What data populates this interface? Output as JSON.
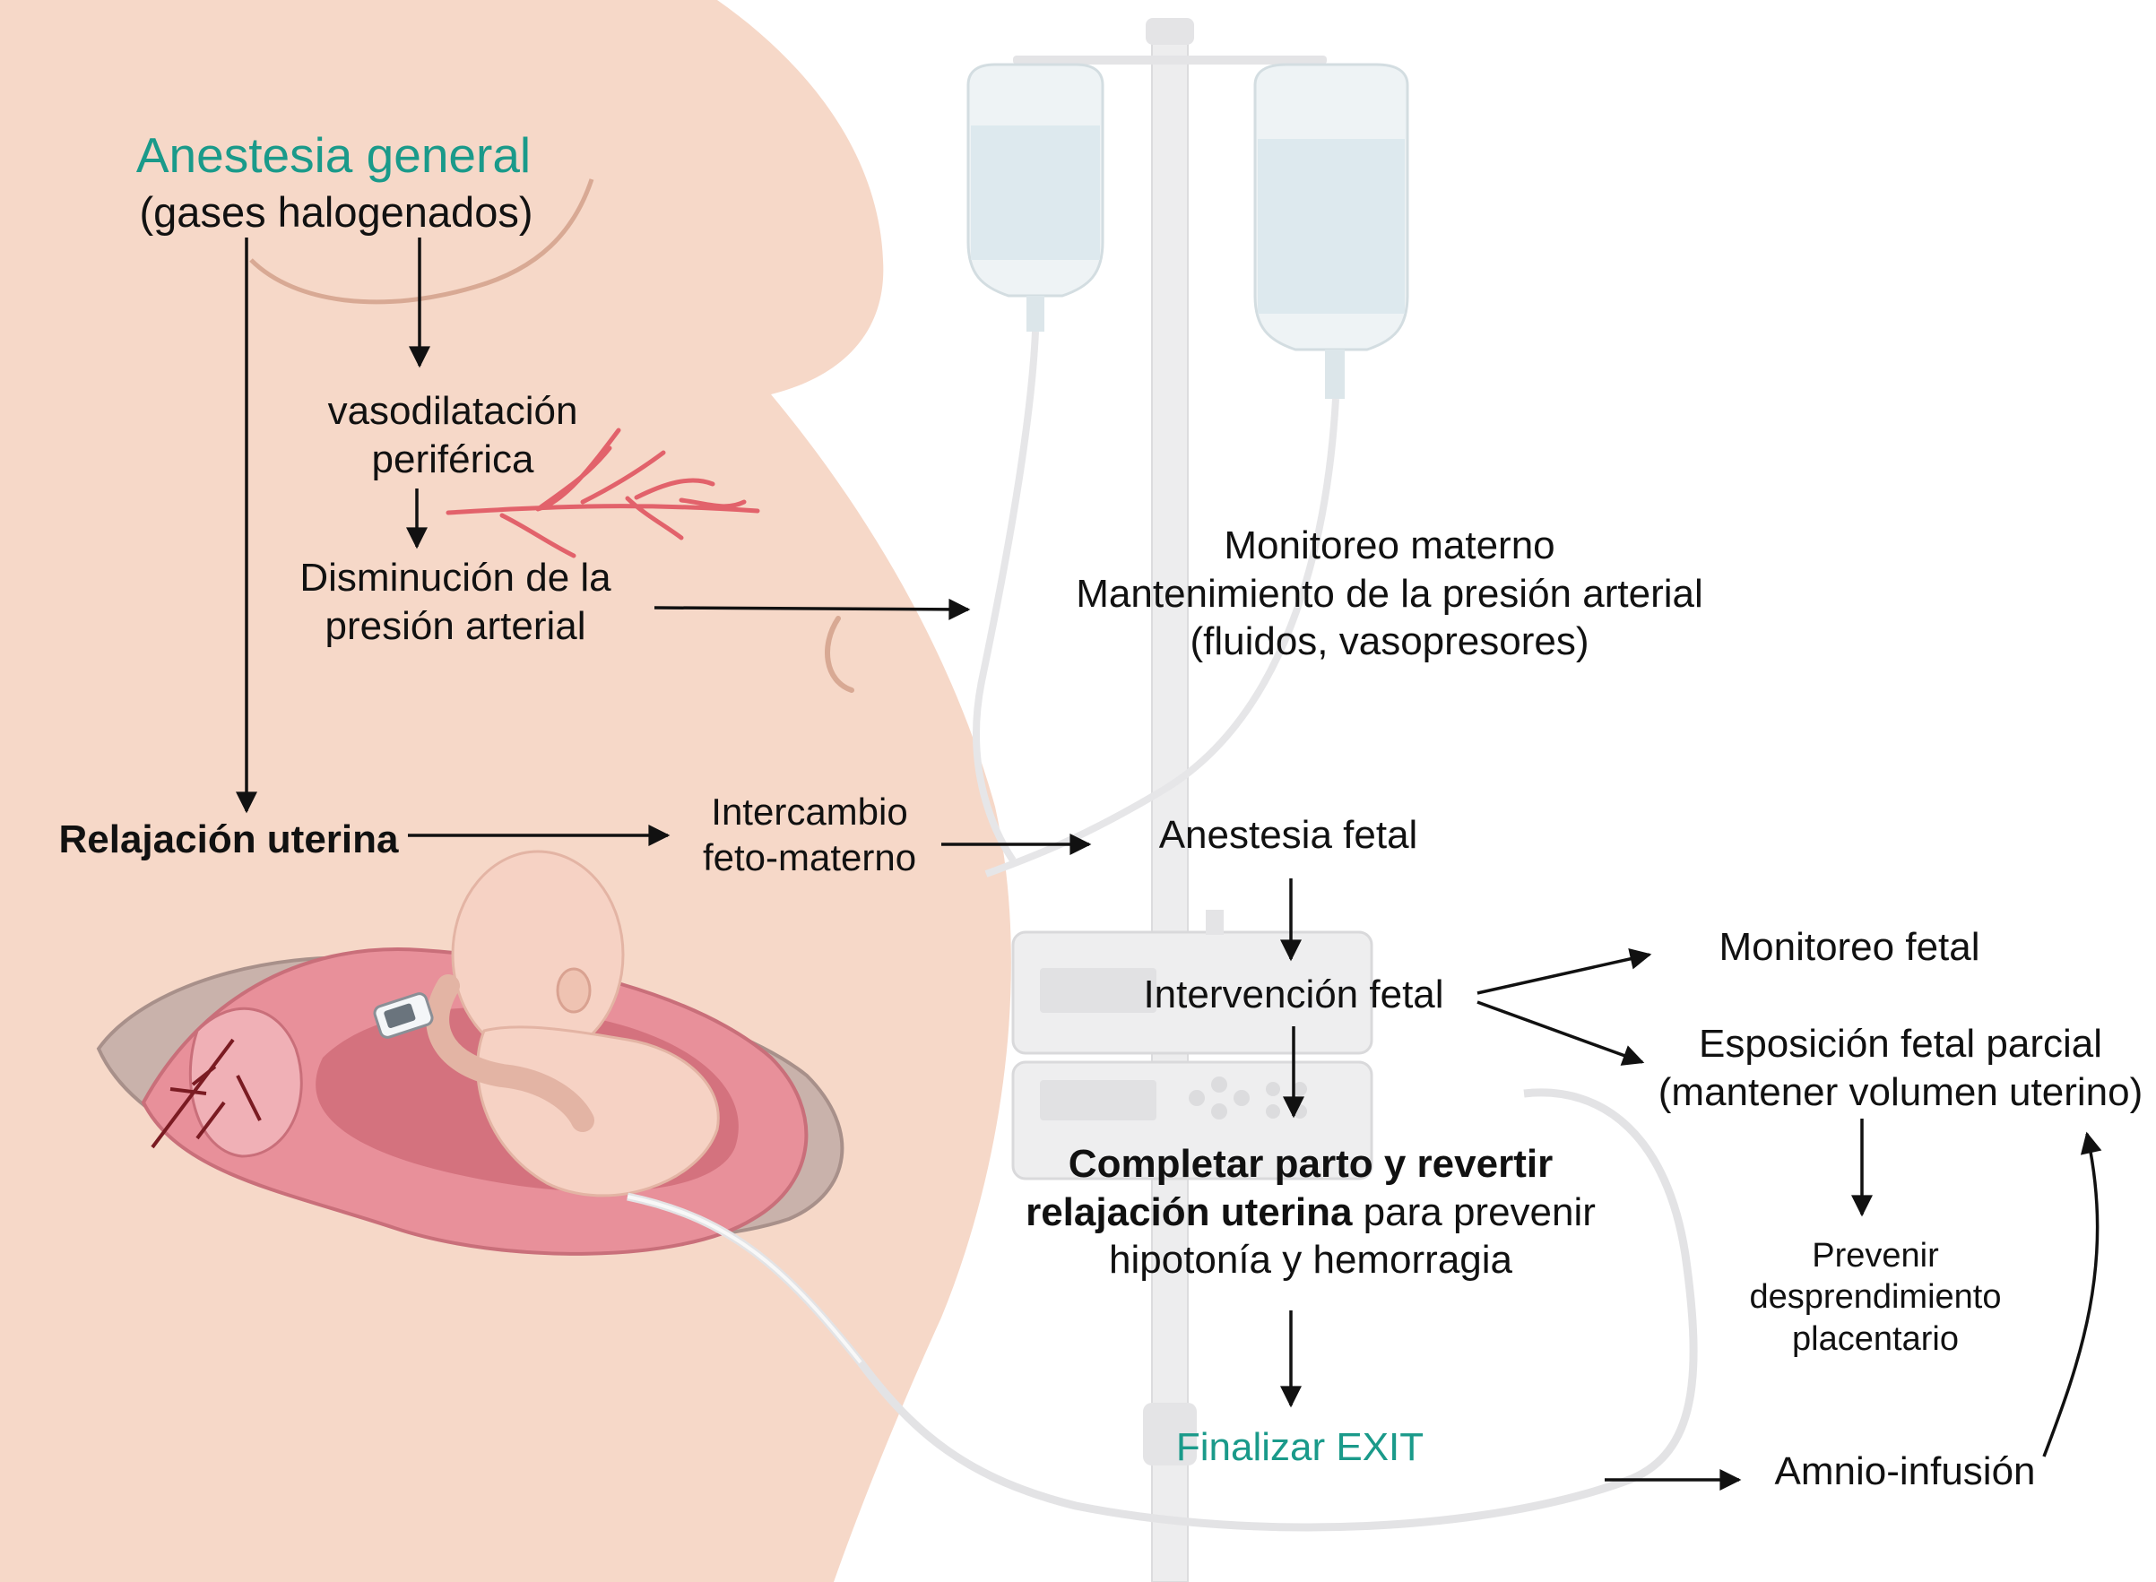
{
  "colors": {
    "accent_teal": "#1a9a8a",
    "skin": "#f6d8c8",
    "uterus": "#e8909a",
    "vessel": "#d9555e",
    "arrow": "#111111",
    "iv_pole": "#e9e9ea"
  },
  "nodes": {
    "anestesia_general": "Anestesia general",
    "gases": "(gases halogenados)",
    "vasodilatacion_1": "vasodilatación",
    "vasodilatacion_2": "periférica",
    "disminucion_1": "Disminución de la",
    "disminucion_2": "presión arterial",
    "monitoreo_materno_1": "Monitoreo materno",
    "monitoreo_materno_2": "Mantenimiento  de la presión arterial",
    "monitoreo_materno_3": "(fluidos, vasopresores)",
    "relajacion_uterina": "Relajación uterina",
    "intercambio_1": "Intercambio",
    "intercambio_2": "feto-materno",
    "anestesia_fetal": "Anestesia fetal",
    "intervencion_fetal": "Intervención fetal",
    "monitoreo_fetal": "Monitoreo fetal",
    "esposicion_1": "Esposición fetal parcial",
    "esposicion_2": "(mantener volumen uterino)",
    "completar_bold_1": "Completar parto y revertir",
    "completar_bold_2": "relajación uterina",
    "completar_rest_2": " para prevenir",
    "completar_3": "hipotonía  y hemorragia",
    "prevenir_1": "Prevenir",
    "prevenir_2": "desprendimiento",
    "prevenir_3": "placentario",
    "finalizar_exit": "Finalizar EXIT",
    "amnio_infusion": "Amnio-infusión"
  }
}
